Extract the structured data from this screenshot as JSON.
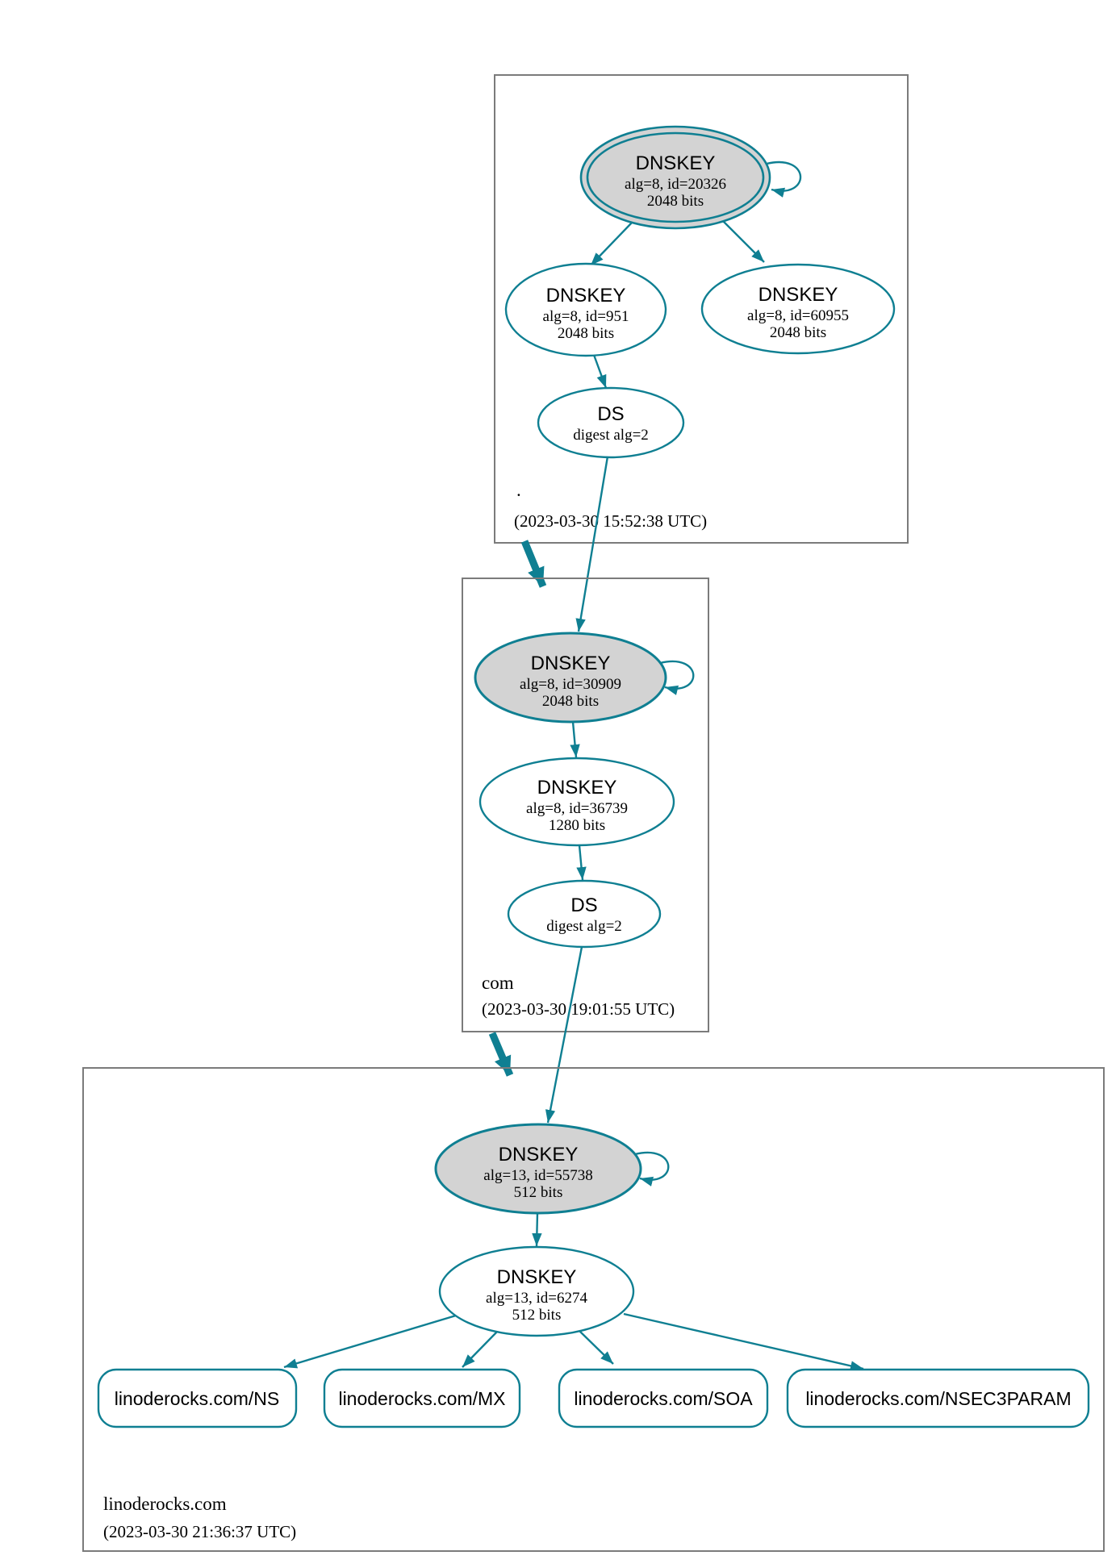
{
  "colors": {
    "secure_teal": "#0f7f92",
    "sep_key_fill": "#d3d3d3",
    "zone_box_border": "#7b7b7b",
    "text": "#000000",
    "background": "#ffffff"
  },
  "zones": {
    "root": {
      "label": ".",
      "timestamp": "(2023-03-30 15:52:38 UTC)",
      "ksk": {
        "title": "DNSKEY",
        "detail": "alg=8, id=20326",
        "size": "2048 bits"
      },
      "zsk1": {
        "title": "DNSKEY",
        "detail": "alg=8, id=951",
        "size": "2048 bits"
      },
      "zsk2": {
        "title": "DNSKEY",
        "detail": "alg=8, id=60955",
        "size": "2048 bits"
      },
      "ds": {
        "title": "DS",
        "detail": "digest alg=2"
      }
    },
    "com": {
      "label": "com",
      "timestamp": "(2023-03-30 19:01:55 UTC)",
      "ksk": {
        "title": "DNSKEY",
        "detail": "alg=8, id=30909",
        "size": "2048 bits"
      },
      "zsk": {
        "title": "DNSKEY",
        "detail": "alg=8, id=36739",
        "size": "1280 bits"
      },
      "ds": {
        "title": "DS",
        "detail": "digest alg=2"
      }
    },
    "lino": {
      "label": "linoderocks.com",
      "timestamp": "(2023-03-30 21:36:37 UTC)",
      "ksk": {
        "title": "DNSKEY",
        "detail": "alg=13, id=55738",
        "size": "512 bits"
      },
      "zsk": {
        "title": "DNSKEY",
        "detail": "alg=13, id=6274",
        "size": "512 bits"
      },
      "rrsets": {
        "ns": "linoderocks.com/NS",
        "mx": "linoderocks.com/MX",
        "soa": "linoderocks.com/SOA",
        "nsec3param": "linoderocks.com/NSEC3PARAM"
      }
    }
  }
}
